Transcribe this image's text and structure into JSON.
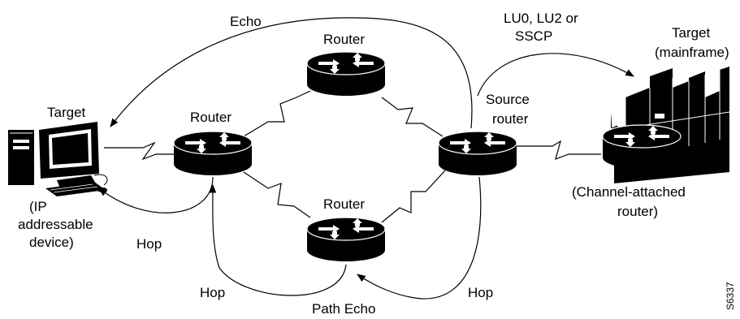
{
  "labels": {
    "echo": "Echo",
    "lu_line1": "LU0, LU2 or",
    "lu_line2": "SSCP",
    "target_mainframe_line1": "Target",
    "target_mainframe_line2": "(mainframe)",
    "router_top": "Router",
    "router_left": "Router",
    "router_bottom": "Router",
    "source_line1": "Source",
    "source_line2": "router",
    "target_pc": "Target",
    "ip_line1": "(IP",
    "ip_line2": "addressable",
    "ip_line3": "device)",
    "channel_line1": "(Channel-attached",
    "channel_line2": "router)",
    "hop_left": "Hop",
    "hop_bottom_left": "Hop",
    "hop_bottom_right": "Hop",
    "path_echo": "Path Echo",
    "figure_id": "S6337"
  },
  "icons": {
    "routers": [
      "router-icon",
      "router-icon",
      "router-icon",
      "router-icon",
      "router-icon"
    ],
    "pc": "workstation-icon",
    "mainframe": "mainframe-icon"
  },
  "colors": {
    "router_body": "#000000",
    "router_arrows": "#ffffff",
    "line": "#000000"
  }
}
